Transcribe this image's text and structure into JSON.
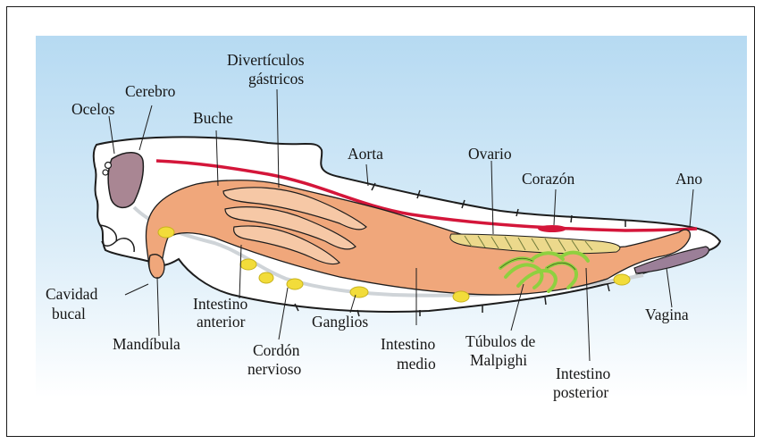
{
  "diagram": {
    "labels": {
      "ocelos": "Ocelos",
      "cerebro": "Cerebro",
      "diverticulos_1": "Divertículos",
      "diverticulos_2": "gástricos",
      "buche": "Buche",
      "aorta": "Aorta",
      "ovario": "Ovario",
      "corazon": "Corazón",
      "ano": "Ano",
      "cavidad_1": "Cavidad",
      "cavidad_2": "bucal",
      "intestino_anterior_1": "Intestino",
      "intestino_anterior_2": "anterior",
      "mandibula": "Mandíbula",
      "cordon_1": "Cordón",
      "cordon_2": "nervioso",
      "ganglios": "Ganglios",
      "intestino_medio_1": "Intestino",
      "intestino_medio_2": "medio",
      "tubulos_1": "Túbulos de",
      "tubulos_2": "Malpighi",
      "intestino_posterior_1": "Intestino",
      "intestino_posterior_2": "posterior",
      "vagina": "Vagina"
    },
    "colors": {
      "sky_top": "#b6daf2",
      "sky_bottom": "#ffffff",
      "gut": "#f0a77b",
      "diverticula": "#f6c8a6",
      "aorta": "#d4163a",
      "brain": "#a98693",
      "ganglia": "#f2dc3a",
      "malpighian": "#8fd03f",
      "nerve": "#cfd4d8",
      "vagina": "#9b7f98"
    }
  }
}
